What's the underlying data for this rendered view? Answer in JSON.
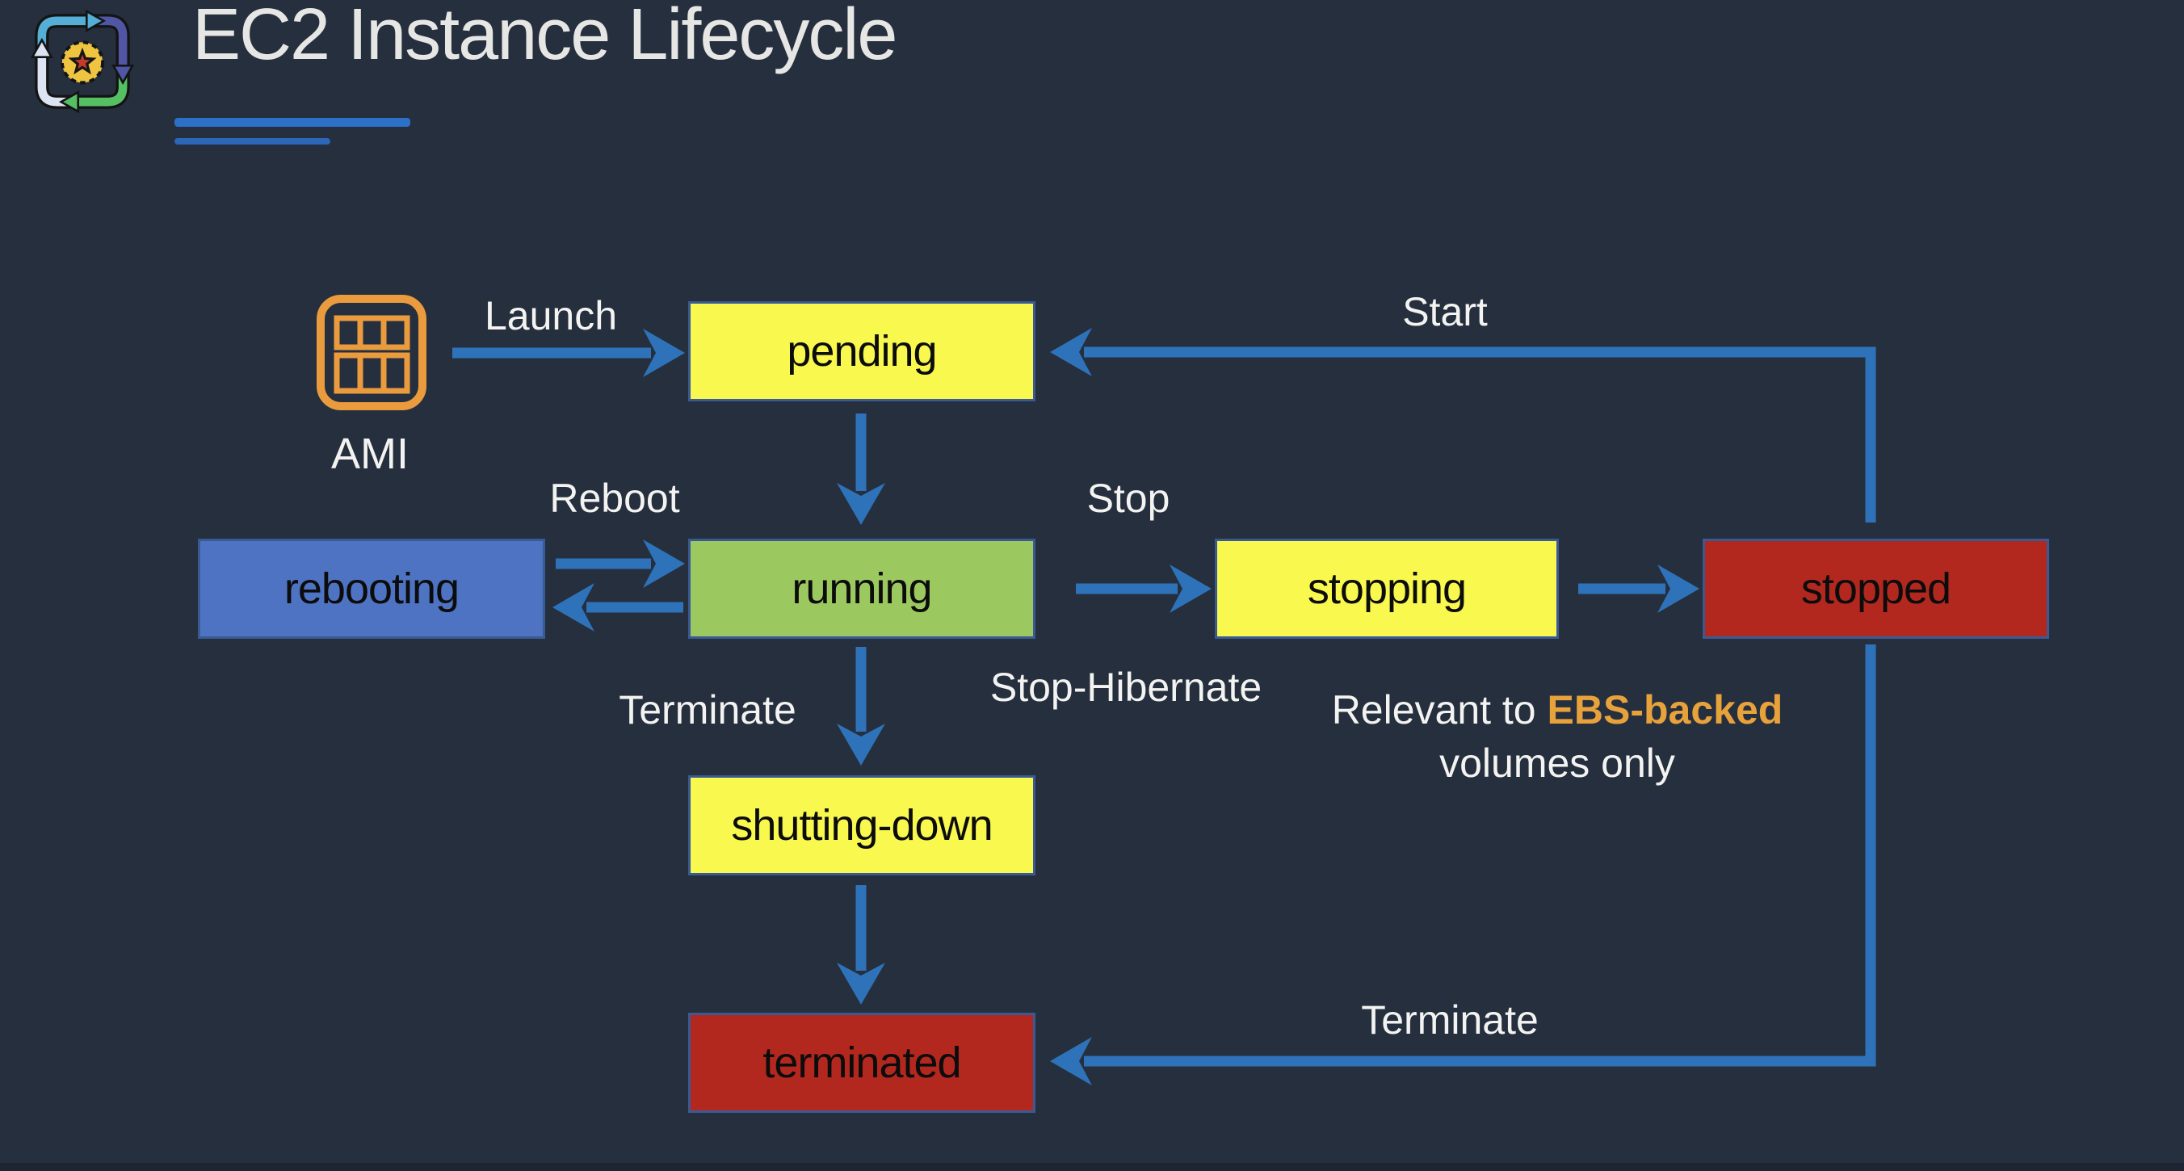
{
  "title": "EC2 Instance Lifecycle",
  "ami_label": "AMI",
  "nodes": {
    "pending": "pending",
    "rebooting": "rebooting",
    "running": "running",
    "stopping": "stopping",
    "stopped": "stopped",
    "shutting_down": "shutting-down",
    "terminated": "terminated"
  },
  "edges": {
    "launch": "Launch",
    "start": "Start",
    "reboot": "Reboot",
    "stop": "Stop",
    "stop_hibernate": "Stop-Hibernate",
    "terminate_running": "Terminate",
    "terminate_stopped": "Terminate"
  },
  "note": {
    "prefix": "Relevant to ",
    "highlight": "EBS-backed",
    "line2": "volumes only"
  },
  "colors": {
    "background": "#262f3e",
    "arrow": "#2e73b9",
    "state_yellow": "#f9f84e",
    "state_green": "#9cc95f",
    "state_blue": "#4d73c2",
    "state_red": "#b2281e",
    "node_border": "#3a5a94",
    "highlight_orange": "#e8a23b",
    "ami_orange": "#ea9b3e",
    "underline": "#2c70c8",
    "title_color": "#e6e6e4",
    "label_color": "#f3f3f1"
  }
}
